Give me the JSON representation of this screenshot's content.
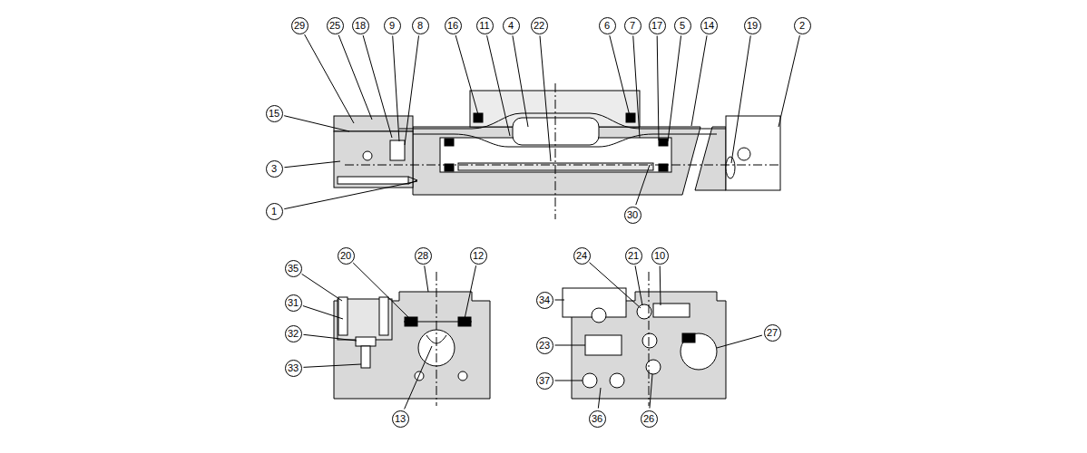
{
  "diagram": {
    "labels": [
      "29",
      "25",
      "18",
      "9",
      "8",
      "16",
      "11",
      "4",
      "22",
      "6",
      "7",
      "17",
      "5",
      "14",
      "19",
      "2",
      "15",
      "3",
      "1",
      "30",
      "35",
      "20",
      "28",
      "12",
      "31",
      "32",
      "33",
      "13",
      "24",
      "21",
      "10",
      "34",
      "27",
      "23",
      "37",
      "36",
      "26"
    ]
  }
}
